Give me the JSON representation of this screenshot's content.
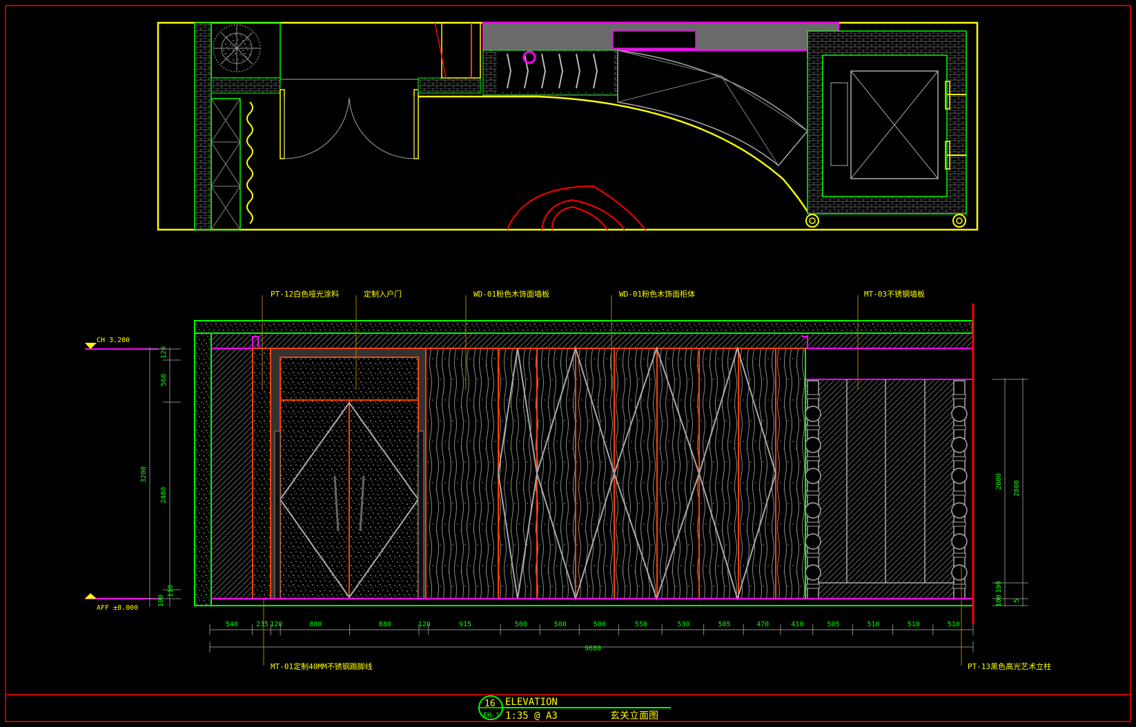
{
  "callouts_top": [
    "PT-12白色哑光涂料",
    "定制入户门",
    "WD-01粉色木饰面墙板",
    "WD-01粉色木饰面柜体",
    "MT-03不锈钢墙板"
  ],
  "callouts_bottom": [
    "MT-01定制40MM不锈钢踢脚线",
    "PT-13黑色高光艺术立柱"
  ],
  "levels": {
    "ceiling": "CH 3.200",
    "floor": "AFF ±0.000"
  },
  "left_dims": {
    "top": "120",
    "upper": "560",
    "overall": "3200",
    "middle": "2480",
    "lower": "110",
    "bottom": "100"
  },
  "right_dims": {
    "d1": "2600",
    "d2": "2800",
    "d3": "100",
    "d4": "190",
    "d5": "5"
  },
  "bottom_dims": [
    "540",
    "235",
    "120",
    "880",
    "880",
    "120",
    "915",
    "500",
    "500",
    "500",
    "550",
    "530",
    "505",
    "470",
    "410",
    "505",
    "510",
    "510",
    "510"
  ],
  "total_dim": "9680",
  "title_block": {
    "number": "16",
    "sheet": "EH-1",
    "heading": "ELEVATION",
    "scale": "1:35 @ A3",
    "name": "玄关立面图"
  },
  "colors": {
    "background": "#000000",
    "frame": "#ff0000",
    "wall": "#ffff00",
    "panel": "#00ff00",
    "accent": "#ff00ff",
    "wood": "#ff4000"
  }
}
